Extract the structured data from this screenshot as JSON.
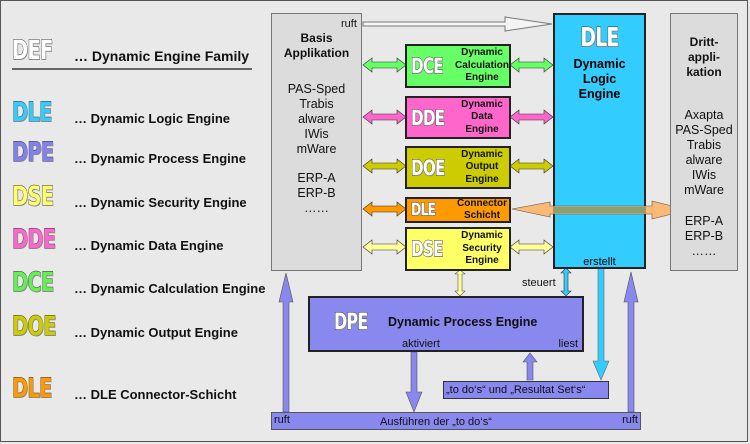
{
  "legend": [
    {
      "abbr": "DEF",
      "desc": "… Dynamic Engine Family",
      "color": "#ffffff"
    },
    {
      "abbr": "DLE",
      "desc": "… Dynamic Logic Engine",
      "color": "#33ccff"
    },
    {
      "abbr": "DPE",
      "desc": "… Dynamic Process Engine",
      "color": "#8080ee"
    },
    {
      "abbr": "DSE",
      "desc": "… Dynamic Security Engine",
      "color": "#ffff66"
    },
    {
      "abbr": "DDE",
      "desc": "… Dynamic Data Engine",
      "color": "#ff66cc"
    },
    {
      "abbr": "DCE",
      "desc": "… Dynamic Calculation Engine",
      "color": "#66ee55"
    },
    {
      "abbr": "DOE",
      "desc": "… Dynamic Output Engine",
      "color": "#cccc00"
    },
    {
      "abbr": "DLE",
      "desc": "… DLE Connector-Schicht",
      "color": "#ff9900"
    }
  ],
  "basis": {
    "title_line1": "Basis",
    "title_line2": "Applikation",
    "apps": [
      "PAS-Sped",
      "Trabis",
      "alware",
      "IWis",
      "mWare"
    ],
    "erp": [
      "ERP-A",
      "ERP-B",
      "……"
    ]
  },
  "dritt": {
    "title_line1": "Dritt-",
    "title_line2": "appli-",
    "title_line3": "kation",
    "apps": [
      "Axapta",
      "PAS-Sped",
      "Trabis",
      "alware",
      "IWis",
      "mWare"
    ],
    "erp": [
      "ERP-A",
      "ERP-B",
      "……"
    ]
  },
  "engines": [
    {
      "abbr": "DCE",
      "l1": "Dynamic",
      "l2": "Calculation",
      "l3": "Engine",
      "color": "#66ff66"
    },
    {
      "abbr": "DDE",
      "l1": "Dynamic",
      "l2": "Data",
      "l3": "Engine",
      "color": "#ff66cc"
    },
    {
      "abbr": "DOE",
      "l1": "Dynamic",
      "l2": "Output",
      "l3": "Engine",
      "color": "#cccc00"
    },
    {
      "abbr": "DLE",
      "l1": "Connector",
      "l2": "Schicht",
      "l3": "",
      "color": "#ff9900"
    },
    {
      "abbr": "DSE",
      "l1": "Dynamic",
      "l2": "Security",
      "l3": "Engine",
      "color": "#ffff66"
    }
  ],
  "dle": {
    "abbr": "DLE",
    "l1": "Dynamic",
    "l2": "Logic",
    "l3": "Engine",
    "erstellt": "erstellt",
    "color": "#33ccff"
  },
  "dpe": {
    "abbr": "DPE",
    "title": "Dynamic Process Engine",
    "aktiviert": "aktiviert",
    "liest": "liest",
    "color": "#8888ee"
  },
  "labels": {
    "ruft_top": "ruft",
    "steuert": "steuert",
    "todos": "„to do‘s“ und „Resultat Set‘s“",
    "ausfuehren": "Ausführen der „to do‘s“",
    "ruft_left": "ruft",
    "ruft_right": "ruft"
  }
}
